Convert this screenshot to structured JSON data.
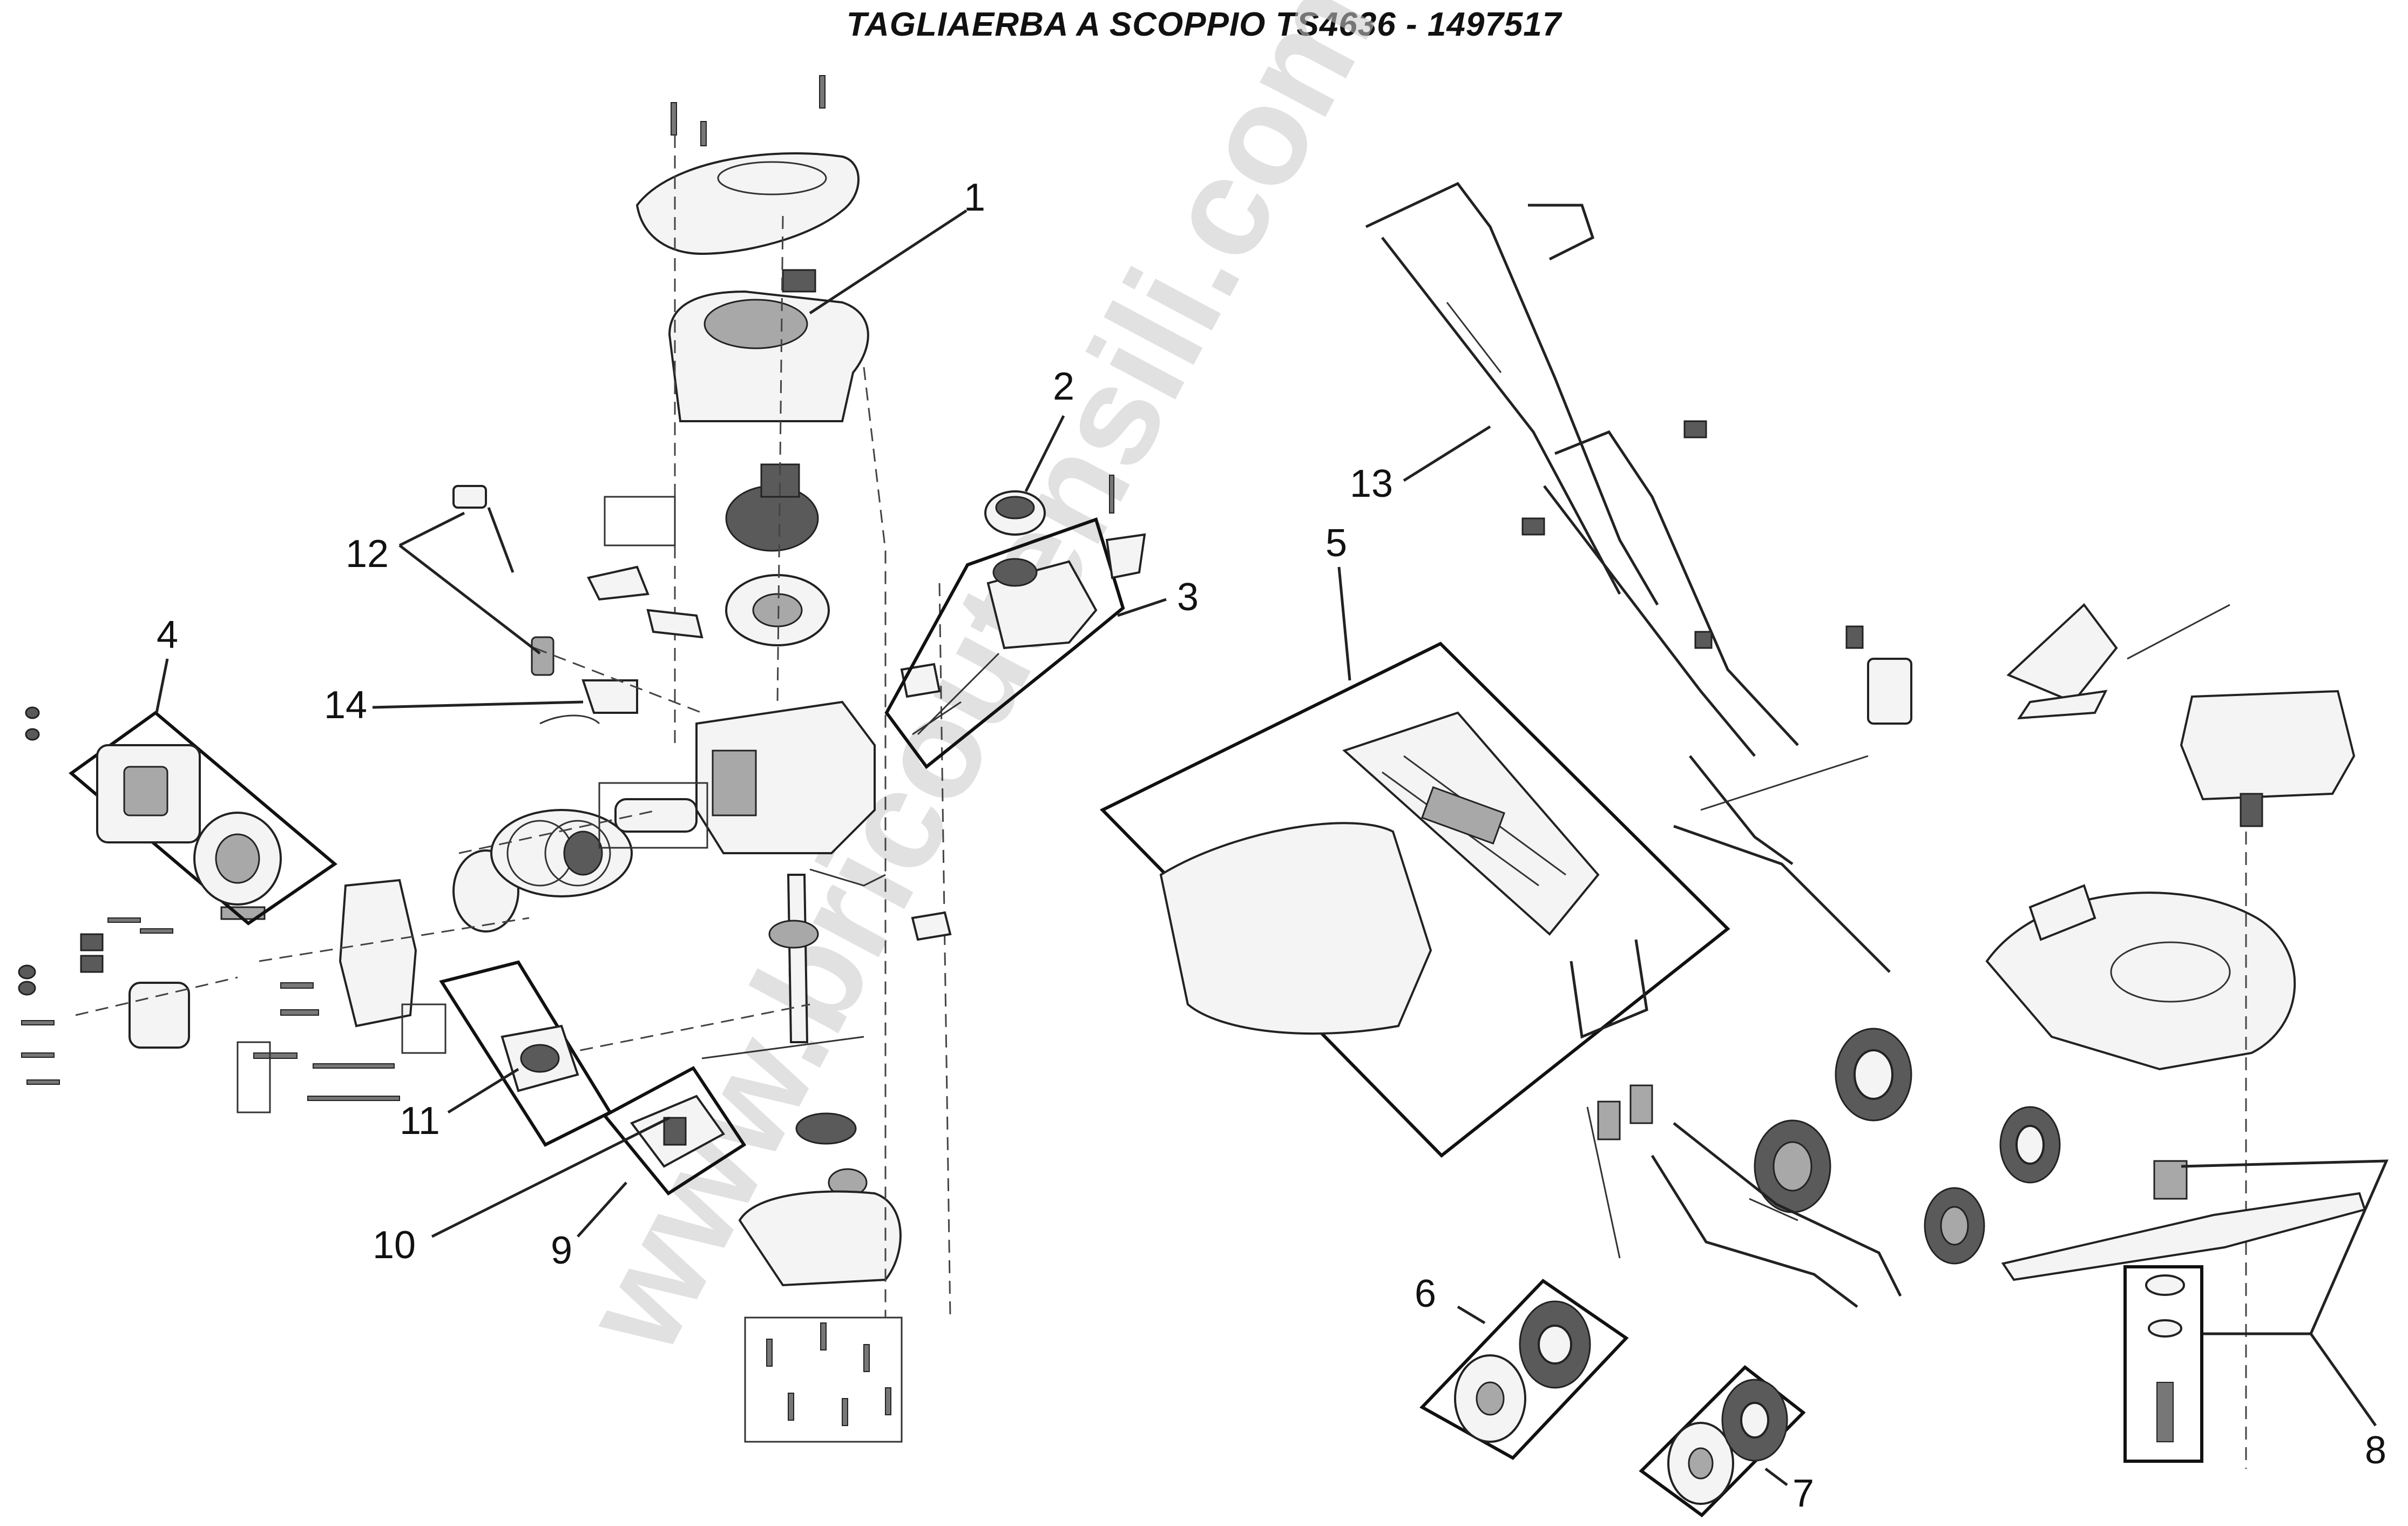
{
  "title": "TAGLIAERBA A SCOPPIO TS4636 - 1497517",
  "watermark": "www.bricoutensili.com",
  "callouts": [
    {
      "id": "1",
      "label": "1"
    },
    {
      "id": "2",
      "label": "2"
    },
    {
      "id": "3",
      "label": "3"
    },
    {
      "id": "4",
      "label": "4"
    },
    {
      "id": "5",
      "label": "5"
    },
    {
      "id": "6",
      "label": "6"
    },
    {
      "id": "7",
      "label": "7"
    },
    {
      "id": "8",
      "label": "8"
    },
    {
      "id": "9",
      "label": "9"
    },
    {
      "id": "10",
      "label": "10"
    },
    {
      "id": "11",
      "label": "11"
    },
    {
      "id": "12",
      "label": "12"
    },
    {
      "id": "13",
      "label": "13"
    },
    {
      "id": "14",
      "label": "14"
    }
  ]
}
